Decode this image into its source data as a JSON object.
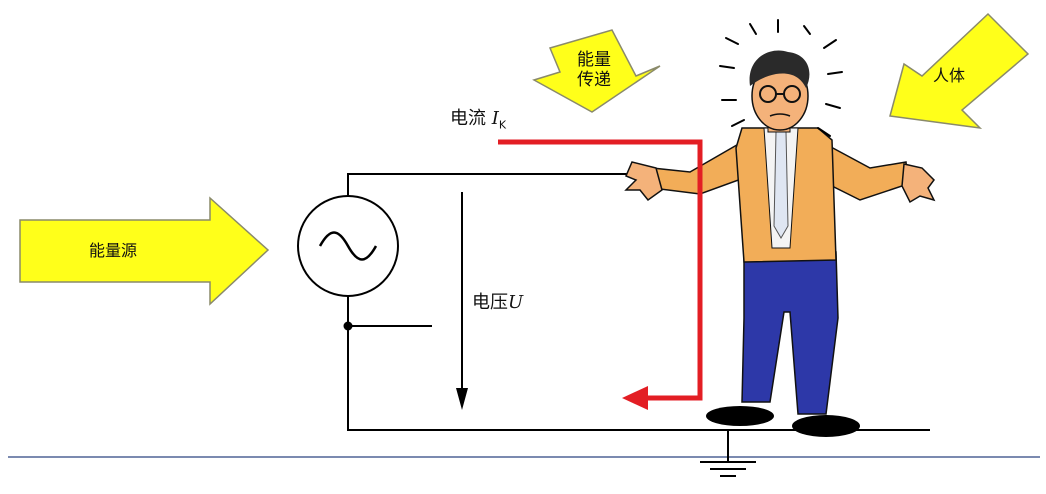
{
  "arrows": {
    "energy_source": "能量源",
    "energy_transfer_line1": "能量",
    "energy_transfer_line2": "传递",
    "human_body": "人体"
  },
  "labels": {
    "current_prefix": "电流 ",
    "current_symbol": "I",
    "current_subscript": "K",
    "voltage_prefix": "电压",
    "voltage_symbol": "U"
  },
  "colors": {
    "arrow_fill": "#ffff1a",
    "arrow_stroke": "#8a8a6a",
    "current_path": "#e31e24",
    "circuit_line": "#000000",
    "floor_line": "#7b8ab0",
    "jacket": "#f2ad58",
    "trousers": "#2d38a8",
    "skin": "#f4b27a"
  },
  "icons": {
    "source": "ac-source-icon",
    "ground": "ground-icon",
    "person": "person-icon"
  }
}
